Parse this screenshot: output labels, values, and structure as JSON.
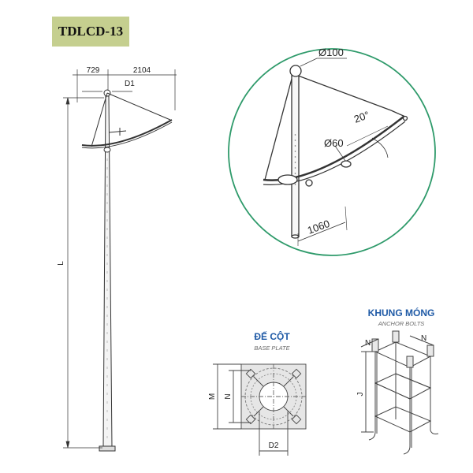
{
  "title": "TDLCD-13",
  "pole_dims": {
    "offset": "729",
    "reach": "2104",
    "top_diameter": "D1",
    "height": "L"
  },
  "detail_dims": {
    "ball_diameter": "Ø100",
    "angle": "20°",
    "arm_diameter": "Ø60",
    "arm_length": "1060"
  },
  "base_plate": {
    "title": "ĐẾ CỘT",
    "subtitle": "BASE PLATE",
    "dim_m": "M",
    "dim_n": "N",
    "dim_d2": "D2"
  },
  "anchor_bolts": {
    "title": "KHUNG MÓNG",
    "subtitle": "ANCHOR BOLTS",
    "dim_n_left": "N",
    "dim_n_right": "N",
    "dim_j": "J"
  },
  "colors": {
    "title_bg": "#c5cf8f",
    "circle_outline": "#2e9a6a",
    "heading_blue": "#1f5aa6"
  }
}
